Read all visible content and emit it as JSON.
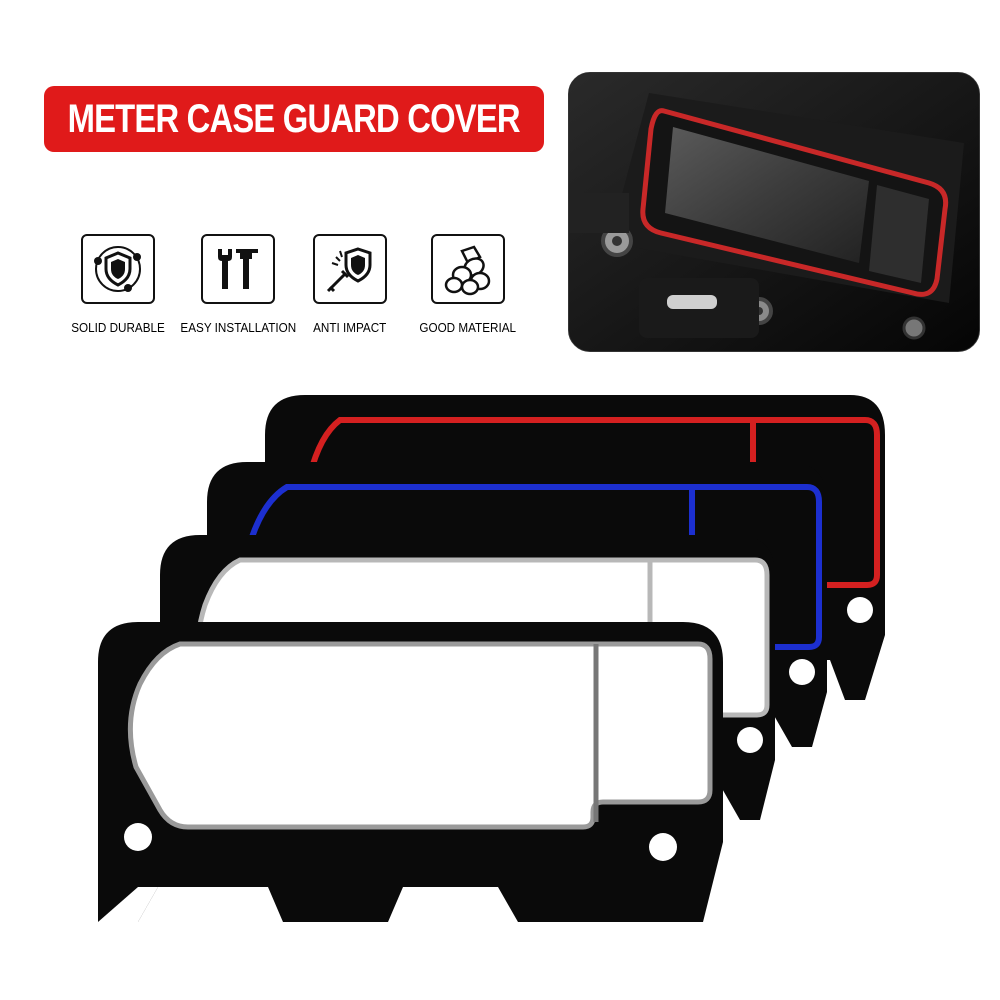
{
  "title": "METER CASE GUARD COVER",
  "features": [
    {
      "label": "SOLID DURABLE",
      "icon": "shield-orbit-icon"
    },
    {
      "label": "EASY INSTALLATION",
      "icon": "tools-icon"
    },
    {
      "label": "ANTI IMPACT",
      "icon": "impact-shield-icon"
    },
    {
      "label": "GOOD MATERIAL",
      "icon": "material-cylinders-icon"
    }
  ],
  "colors": {
    "banner": "#e01a1a",
    "frame": "#0a0a0a",
    "red_inlay": "#d42020",
    "blue_inlay": "#1c2fd0",
    "silver_inlay": "#b8b8b8",
    "black_inlay": "#777777"
  },
  "variants": [
    "red",
    "blue",
    "silver",
    "black"
  ]
}
